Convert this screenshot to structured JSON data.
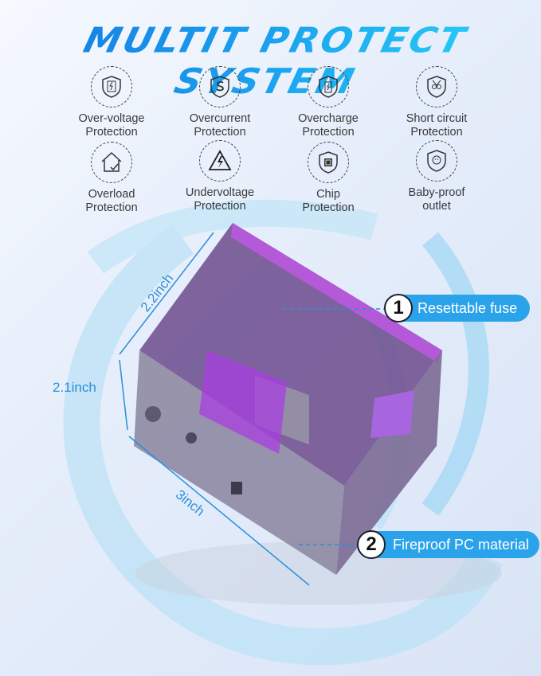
{
  "title": "MULTIT PROTECT SYSTEM",
  "features": [
    {
      "icon": "over-voltage-shield-icon",
      "line1": "Over-voltage",
      "line2": "Protection"
    },
    {
      "icon": "overcurrent-shield-icon",
      "line1": "Overcurrent",
      "line2": "Protection"
    },
    {
      "icon": "battery-shield-icon",
      "line1": "Overcharge",
      "line2": "Protection"
    },
    {
      "icon": "short-circuit-shield-icon",
      "line1": "Short circuit",
      "line2": "Protection"
    },
    {
      "icon": "overload-house-icon",
      "line1": "Overload",
      "line2": "Protection"
    },
    {
      "icon": "lightning-triangle-icon",
      "line1": "Undervoltage",
      "line2": "Protection"
    },
    {
      "icon": "cpu-chip-shield-icon",
      "line1": "Chip",
      "line2": "Protection"
    },
    {
      "icon": "baby-shield-icon",
      "line1": "Baby-proof",
      "line2": "outlet"
    }
  ],
  "dimensions": {
    "depth": "2.2inch",
    "height": "2.1inch",
    "width": "3inch"
  },
  "callouts": [
    {
      "number": "1",
      "label": "Resettable fuse"
    },
    {
      "number": "2",
      "label": "Fireproof PC material"
    }
  ],
  "colors": {
    "accent": "#2aa3ea",
    "product": "#8a3fc4"
  }
}
